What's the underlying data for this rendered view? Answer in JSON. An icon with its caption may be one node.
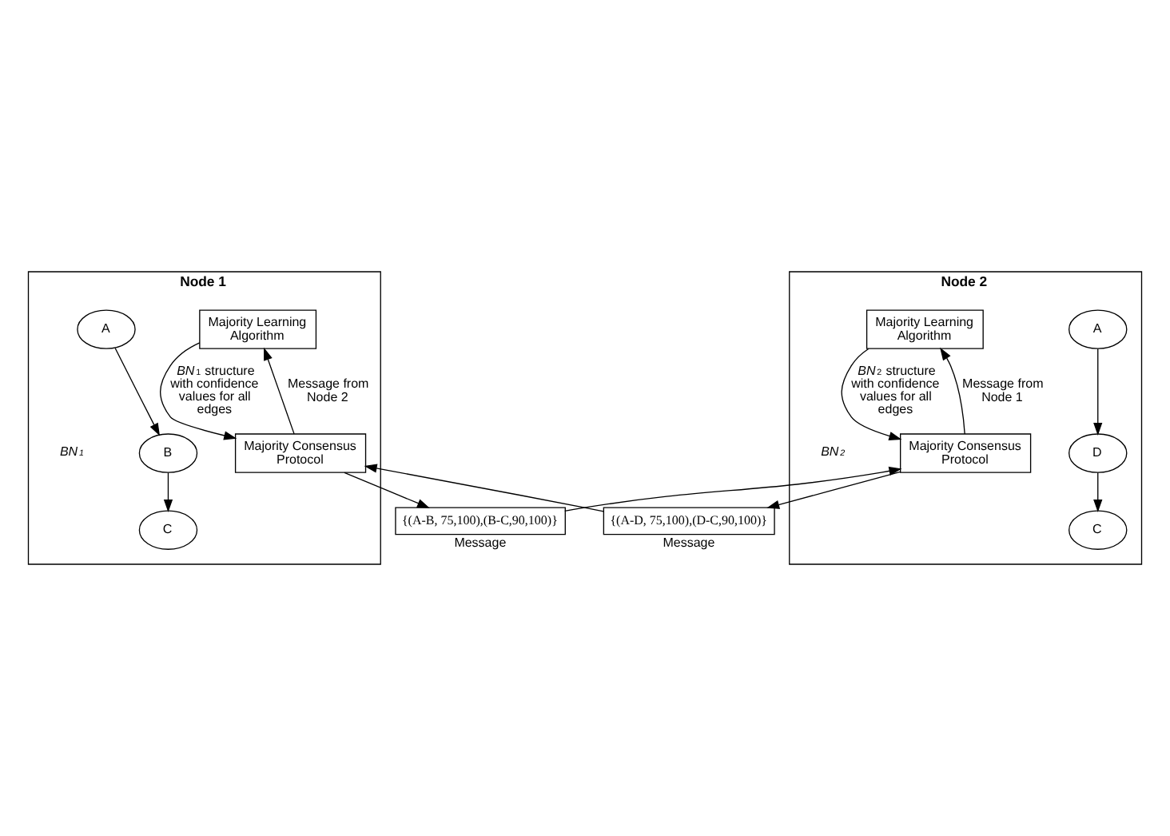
{
  "diagram": {
    "nodes": [
      {
        "text": [
          "Node 1"
        ]
      },
      {
        "text": [
          "A"
        ],
        "in": 0
      },
      {
        "text": [
          "B"
        ],
        "in": 0
      },
      {
        "text": [
          "C"
        ],
        "in": 0
      },
      {
        "text": [
          "Majority Learning Algorithm"
        ],
        "in": 0
      },
      {
        "text": [
          "Majority Consensus Protocol"
        ],
        "in": 0
      },
      {
        "text": [
          "Node 2"
        ]
      },
      {
        "text": [
          "A"
        ],
        "in": 6
      },
      {
        "text": [
          "D"
        ],
        "in": 6
      },
      {
        "text": [
          "C"
        ],
        "in": 6
      },
      {
        "text": [
          "Majority Learning Algorithm"
        ],
        "in": 6
      },
      {
        "text": [
          "Majority Consensus Protocol"
        ],
        "in": 6
      },
      {
        "text": [
          "{(A-B, 75,100),(B-C,90,100)}"
        ],
        "beside": [
          "Message"
        ]
      },
      {
        "text": [
          "{(A-D, 75,100),(D-C,90,100)}"
        ],
        "beside": [
          "Message"
        ]
      }
    ],
    "edges": [
      {
        "from": 1,
        "to": 2,
        "arrow": "to"
      },
      {
        "from": 2,
        "to": 3,
        "arrow": "to"
      },
      {
        "from": 5,
        "to": 4,
        "arrow": "to",
        "label": "Message from Node 2"
      },
      {
        "from": 4,
        "to": 5,
        "arrow": "to",
        "label": "*BN*$_{1}$ structure with confidence values for all edges"
      },
      {
        "from": 7,
        "to": 8,
        "arrow": "to"
      },
      {
        "from": 8,
        "to": 9,
        "arrow": "to"
      },
      {
        "from": 11,
        "to": 10,
        "arrow": "to",
        "label": "Message from Node 1"
      },
      {
        "from": 10,
        "to": 11,
        "arrow": "to",
        "label": "*BN*$_{2}$ structure with confidence values for all edges"
      },
      {
        "from": 5,
        "to": 12,
        "arrow": "to"
      },
      {
        "from": 12,
        "to": 11,
        "arrow": "to"
      },
      {
        "from": 11,
        "to": 13,
        "arrow": "to"
      },
      {
        "from": 13,
        "to": 5,
        "arrow": "to"
      }
    ],
    "labels": [
      "BN$_{1}$",
      "BN$_{2}$"
    ]
  }
}
